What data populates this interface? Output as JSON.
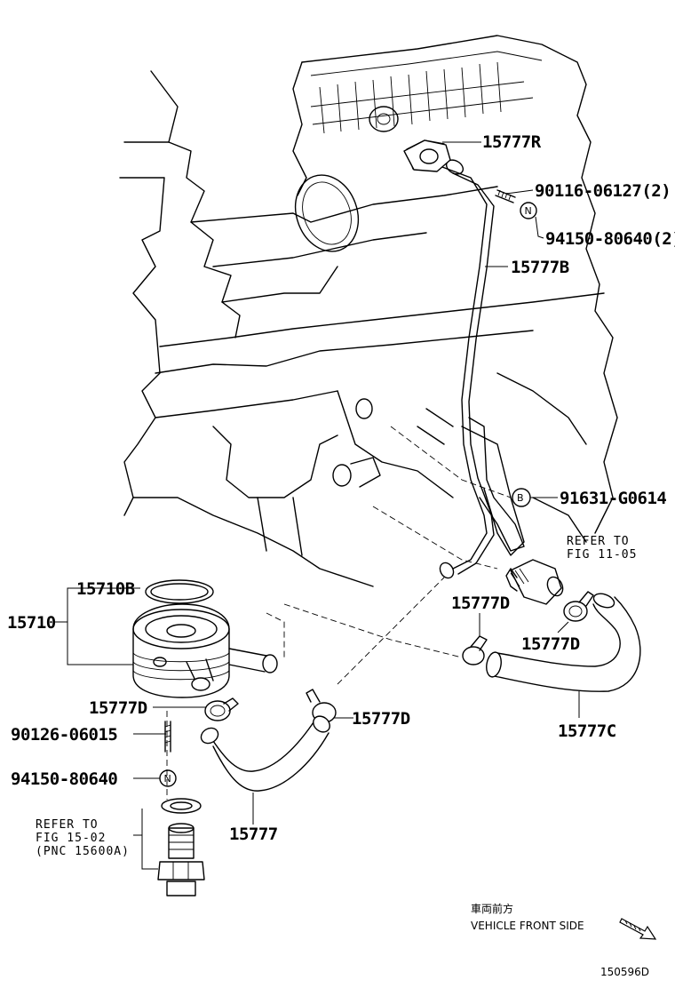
{
  "parts": {
    "p15777R": "15777R",
    "p90116": "90116-06127(2)",
    "p94150a": "94150-80640(2)",
    "p15777B": "15777B",
    "p91631": "91631-G0614",
    "p15710B": "15710B",
    "p15710": "15710",
    "p15777D_a": "15777D",
    "p15777D_b": "15777D",
    "p15777D_c": "15777D",
    "p15777D_d": "15777D",
    "p90126": "90126-06015",
    "p94150b": "94150-80640",
    "p15777": "15777",
    "p15777C": "15777C"
  },
  "refs": {
    "ref1_line1": "REFER TO",
    "ref1_line2": "FIG 11-05",
    "ref2_line1": "REFER TO",
    "ref2_line2": "FIG 15-02",
    "ref2_line3": "(PNC 15600A)"
  },
  "symbols": {
    "nut_letter": "N",
    "bolt_letter": "B"
  },
  "direction": {
    "jp": "車両前方",
    "en": "VEHICLE FRONT SIDE",
    "icon": "arrow-down-right-icon"
  },
  "figure_id": "150596D"
}
